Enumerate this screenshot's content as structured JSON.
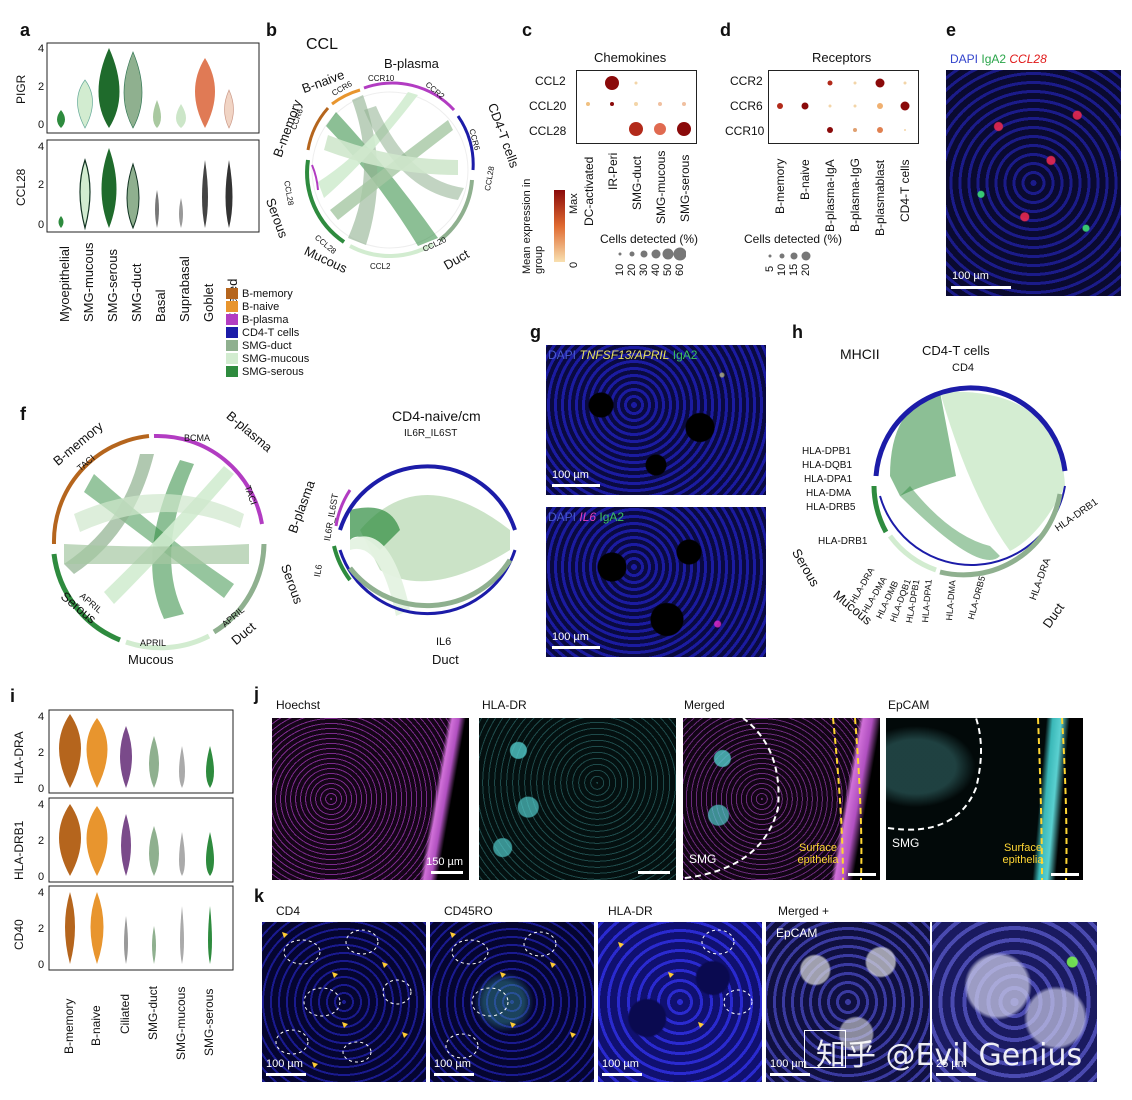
{
  "panels": {
    "a": {
      "letter": "a",
      "genes": [
        "PIGR",
        "CCL28"
      ],
      "yticks": [
        "4",
        "2",
        "0"
      ],
      "categories": [
        "Myoepithelial",
        "SMG-mucous",
        "SMG-serous",
        "SMG-duct",
        "Basal",
        "Suprabasal",
        "Goblet",
        "Ciliated"
      ]
    },
    "b": {
      "letter": "b",
      "title": "CCL",
      "groups": [
        "B-memory",
        "B-naive",
        "B-plasma",
        "CD4-T cells",
        "Duct",
        "Mucous",
        "Serous"
      ],
      "ligands_receptors": [
        "CCR6",
        "CCR6",
        "CCR10",
        "CCR2",
        "CCR6",
        "CCL28",
        "CCL20",
        "CCL2",
        "CCL28",
        "CCL28"
      ]
    },
    "legend": {
      "items": [
        {
          "label": "B-memory",
          "color": "#b5651d"
        },
        {
          "label": "B-naive",
          "color": "#e8952e"
        },
        {
          "label": "B-plasma",
          "color": "#b23cc2"
        },
        {
          "label": "CD4-T cells",
          "color": "#1c1ca8"
        },
        {
          "label": "SMG-duct",
          "color": "#8fb08f"
        },
        {
          "label": "SMG-mucous",
          "color": "#d2ecd0"
        },
        {
          "label": "SMG-serous",
          "color": "#2e8b3e"
        }
      ]
    },
    "c": {
      "letter": "c",
      "title": "Chemokines",
      "rows": [
        "CCL2",
        "CCL20",
        "CCL28"
      ],
      "cols": [
        "DC-activated",
        "IR-Peri",
        "SMG-duct",
        "SMG-mucous",
        "SMG-serous"
      ],
      "colorbar_title": "Mean expression in group",
      "colorbar_max": "Max",
      "colorbar_min": "0",
      "size_title": "Cells detected (%)",
      "size_ticks": [
        "10",
        "20",
        "30",
        "40",
        "50",
        "60"
      ]
    },
    "d": {
      "letter": "d",
      "title": "Receptors",
      "rows": [
        "CCR2",
        "CCR6",
        "CCR10"
      ],
      "cols": [
        "B-memory",
        "B-naive",
        "B-plasma-IgA",
        "B-plasma-IgG",
        "B-plasmablast",
        "CD4-T cells"
      ],
      "size_title": "Cells detected (%)",
      "size_ticks": [
        "5",
        "10",
        "15",
        "20"
      ]
    },
    "e": {
      "letter": "e",
      "stain": [
        "DAPI",
        "IgA2",
        "CCL28"
      ],
      "scale": "100 µm"
    },
    "f": {
      "letter": "f",
      "left_groups": [
        "B-memory",
        "B-plasma",
        "Serous",
        "Mucous",
        "Duct"
      ],
      "left_labels": [
        "TACI",
        "BCMA",
        "TACI",
        "APRIL",
        "APRIL",
        "APRIL"
      ],
      "right_title": "CD4-naive/cm",
      "right_labels": [
        "IL6R_IL6ST",
        "IL6R_IL6ST",
        "IL6",
        "IL6"
      ],
      "right_groups": [
        "B-plasma",
        "Serous",
        "Duct"
      ]
    },
    "g": {
      "letter": "g",
      "stain_top": [
        "DAPI",
        "TNFSF13/APRIL",
        "IgA2"
      ],
      "stain_bottom": [
        "DAPI",
        "IL6",
        "IgA2"
      ],
      "scale": "100 µm"
    },
    "h": {
      "letter": "h",
      "title": "MHCII",
      "top_group": "CD4-T cells",
      "top_label": "CD4",
      "left_labels": [
        "HLA-DPB1",
        "HLA-DQB1",
        "HLA-DPA1",
        "HLA-DMA",
        "HLA-DRB5",
        "HLA-DRB1"
      ],
      "bottom_labels": [
        "HLA-DRA",
        "HLA-DMA",
        "HLA-DMB",
        "HLA-DQB1",
        "HLA-DPB1",
        "HLA-DPA1",
        "HLA-DMA",
        "HLA-DRB5"
      ],
      "right_labels": [
        "HLA-DRB1",
        "HLA-DRA"
      ],
      "groups": [
        "Serous",
        "Mucous",
        "Duct"
      ]
    },
    "i": {
      "letter": "i",
      "genes": [
        "HLA-DRA",
        "HLA-DRB1",
        "CD40"
      ],
      "yticks": [
        "4",
        "2",
        "0"
      ],
      "categories": [
        "B-memory",
        "B-naive",
        "Ciliated",
        "SMG-duct",
        "SMG-mucous",
        "SMG-serous"
      ]
    },
    "j": {
      "letter": "j",
      "titles": [
        "Hoechst",
        "HLA-DR",
        "Merged",
        "EpCAM"
      ],
      "scale": "150 µm",
      "annot_smg": "SMG",
      "annot_surface": "Surface epithelia"
    },
    "k": {
      "letter": "k",
      "titles": [
        "CD4",
        "CD45RO",
        "HLA-DR",
        "Merged +"
      ],
      "merged_sub": "EpCAM",
      "scale": "100 µm",
      "scale_zoom": "25 µm"
    }
  },
  "watermark": "知乎 @Evil Genius"
}
